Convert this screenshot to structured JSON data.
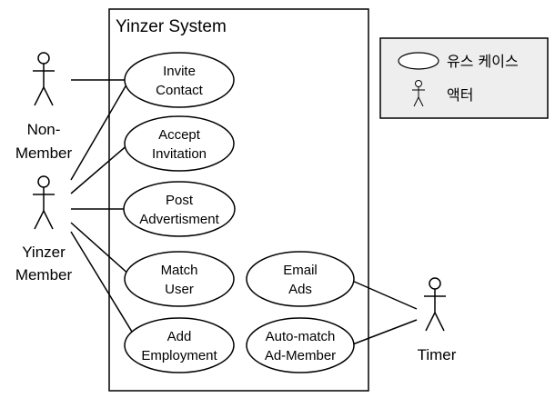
{
  "system": {
    "title": "Yinzer System"
  },
  "actors": {
    "non_member": {
      "line1": "Non-",
      "line2": "Member"
    },
    "yinzer_member": {
      "line1": "Yinzer",
      "line2": "Member"
    },
    "timer": {
      "label": "Timer"
    }
  },
  "use_cases": {
    "invite_contact": {
      "line1": "Invite",
      "line2": "Contact"
    },
    "accept_invitation": {
      "line1": "Accept",
      "line2": "Invitation"
    },
    "post_advertisment": {
      "line1": "Post",
      "line2": "Advertisment"
    },
    "match_user": {
      "line1": "Match",
      "line2": "User"
    },
    "add_employment": {
      "line1": "Add",
      "line2": "Employment"
    },
    "email_ads": {
      "line1": "Email",
      "line2": "Ads"
    },
    "auto_match": {
      "line1": "Auto-match",
      "line2": "Ad-Member"
    }
  },
  "legend": {
    "use_case_label": "유스 케이스",
    "actor_label": "액터"
  }
}
